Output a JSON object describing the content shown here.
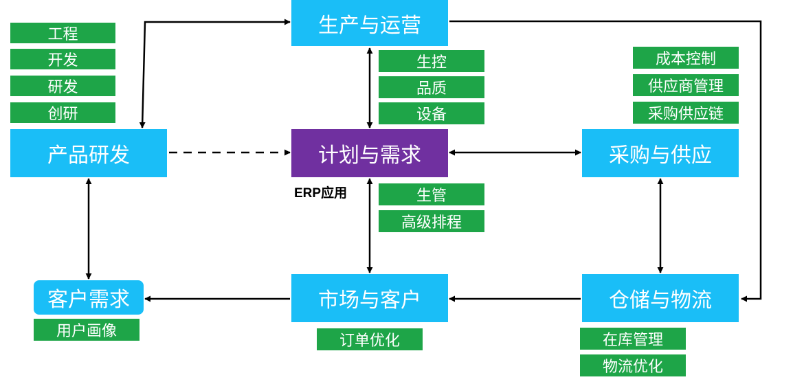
{
  "nodes": {
    "production": "生产与运营",
    "rnd": "产品研发",
    "planning": "计划与需求",
    "procurement": "采购与供应",
    "customer_demand": "客户需求",
    "market": "市场与客户",
    "warehouse": "仓储与物流"
  },
  "caption": "ERP应用",
  "tags": {
    "rnd": [
      "工程",
      "开发",
      "研发",
      "创研"
    ],
    "production": [
      "生控",
      "品质",
      "设备"
    ],
    "procurement": [
      "成本控制",
      "供应商管理",
      "采购供应链"
    ],
    "planning": [
      "生管",
      "高级排程"
    ],
    "customer_demand": [
      "用户画像"
    ],
    "market": [
      "订单优化"
    ],
    "warehouse": [
      "在库管理",
      "物流优化"
    ]
  },
  "colors": {
    "node": "#1ABEF7",
    "center_node": "#7030A0",
    "tag": "#1EA548",
    "arrow": "#000000"
  }
}
